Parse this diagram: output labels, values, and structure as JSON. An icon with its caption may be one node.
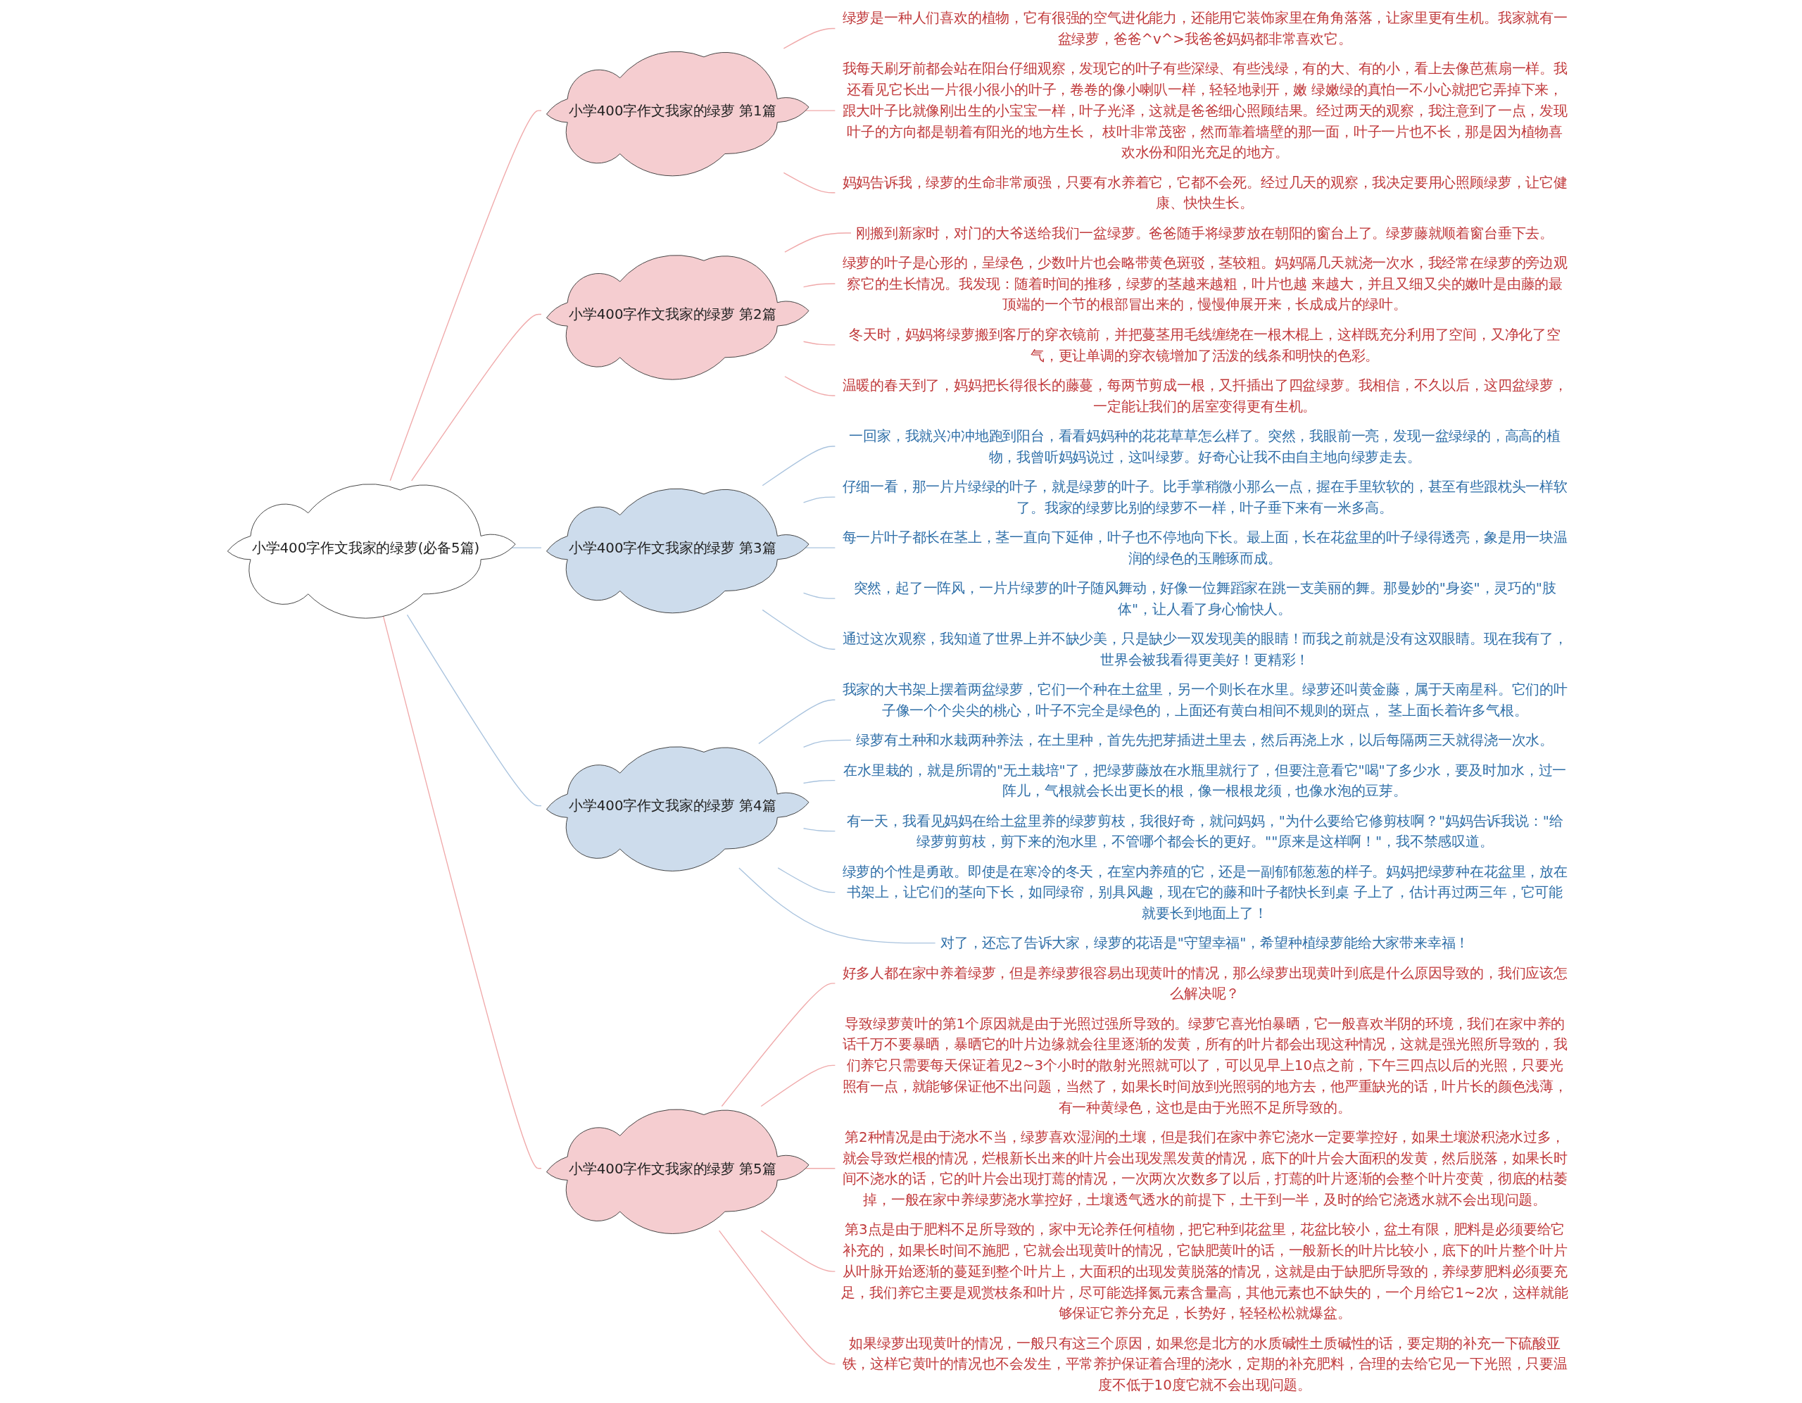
{
  "diagram": {
    "nodes": [
      {
        "text": [
          "小学400字作文我家的绿萝(必备5篇)"
        ]
      },
      {
        "text": [
          "小学400字作文我家的绿萝 第1篇"
        ]
      },
      {
        "text": [
          "绿萝是一种人们喜欢的植物，它有很强的空气进化能力，还能用它装饰家里在角角落落，让家里更有生机。我家就有一盆绿萝，爸爸^v^>我爸爸妈妈都非常喜欢它。"
        ]
      },
      {
        "text": [
          "我每天刷牙前都会站在阳台仔细观察，发现它的叶子有些深绿、有些浅绿，有的大、有的小，看上去像芭蕉扇一样。我还看见它长出一片很小很小的叶子，卷卷的像小喇叭一样，轻轻地剥开，嫩 绿嫩绿的真怕一不小心就把它弄掉下来，跟大叶子比就像刚出生的小宝宝一样，叶子光泽，这就是爸爸细心照顾结果。经过两天的观察，我注意到了一点，发现叶子的方向都是朝着有阳光的地方生长， 枝叶非常茂密，然而靠着墙壁的那一面，叶子一片也不长，那是因为植物喜欢水份和阳光充足的地方。"
        ]
      },
      {
        "text": [
          "妈妈告诉我，绿萝的生命非常顽强，只要有水养着它，它都不会死。经过几天的观察，我决定要用心照顾绿萝，让它健康、快快生长。"
        ]
      },
      {
        "text": [
          "小学400字作文我家的绿萝 第2篇"
        ]
      },
      {
        "text": [
          "刚搬到新家时，对门的大爷送给我们一盆绿萝。爸爸随手将绿萝放在朝阳的窗台上了。绿萝藤就顺着窗台垂下去。"
        ]
      },
      {
        "text": [
          "绿萝的叶子是心形的，呈绿色，少数叶片也会略带黄色斑驳，茎较粗。妈妈隔几天就浇一次水，我经常在绿萝的旁边观察它的生长情况。我发现：随着时间的推移，绿萝的茎越来越粗，叶片也越 来越大，并且又细又尖的嫩叶是由藤的最顶端的一个节的根部冒出来的，慢慢伸展开来，长成成片的绿叶。"
        ]
      },
      {
        "text": [
          "冬天时，妈妈将绿萝搬到客厅的穿衣镜前，并把蔓茎用毛线缠绕在一根木棍上，这样既充分利用了空间，又净化了空气，更让单调的穿衣镜增加了活泼的线条和明快的色彩。"
        ]
      },
      {
        "text": [
          "温暖的春天到了，妈妈把长得很长的藤蔓，每两节剪成一根，又扦插出了四盆绿萝。我相信，不久以后，这四盆绿萝，一定能让我们的居室变得更有生机。"
        ]
      },
      {
        "text": [
          "小学400字作文我家的绿萝 第3篇"
        ]
      },
      {
        "text": [
          "一回家，我就兴冲冲地跑到阳台，看看妈妈种的花花草草怎么样了。突然，我眼前一亮，发现一盆绿绿的，高高的植物，我曾听妈妈说过，这叫绿萝。好奇心让我不由自主地向绿萝走去。"
        ]
      },
      {
        "text": [
          "仔细一看，那一片片绿绿的叶子，就是绿萝的叶子。比手掌稍微小那么一点，握在手里软软的，甚至有些跟枕头一样软了。我家的绿萝比别的绿萝不一样，叶子垂下来有一米多高。"
        ]
      },
      {
        "text": [
          "每一片叶子都长在茎上，茎一直向下延伸，叶子也不停地向下长。最上面，长在花盆里的叶子绿得透亮，象是用一块温润的绿色的玉雕琢而成。"
        ]
      },
      {
        "text": [
          "突然，起了一阵风，一片片绿萝的叶子随风舞动，好像一位舞蹈家在跳一支美丽的舞。那曼妙的\"身姿\"，灵巧的\"肢体\"，让人看了身心愉快人。"
        ]
      },
      {
        "text": [
          "通过这次观察，我知道了世界上并不缺少美，只是缺少一双发现美的眼睛！而我之前就是没有这双眼睛。现在我有了，世界会被我看得更美好！更精彩！"
        ]
      },
      {
        "text": [
          "小学400字作文我家的绿萝 第4篇"
        ]
      },
      {
        "text": [
          "我家的大书架上摆着两盆绿萝，它们一个种在土盆里，另一个则长在水里。绿萝还叫黄金藤，属于天南星科。它们的叶子像一个个尖尖的桃心，叶子不完全是绿色的，上面还有黄白相间不规则的斑点， 茎上面长着许多气根。"
        ]
      },
      {
        "text": [
          "绿萝有土种和水栽两种养法，在土里种，首先先把芽插进土里去，然后再浇上水，以后每隔两三天就得浇一次水。"
        ]
      },
      {
        "text": [
          "在水里栽的，就是所谓的\"无土栽培\"了，把绿萝藤放在水瓶里就行了，但要注意看它\"喝\"了多少水，要及时加水，过一阵儿，气根就会长出更长的根，像一根根龙须，也像水泡的豆芽。"
        ]
      },
      {
        "text": [
          "有一天，我看见妈妈在给土盆里养的绿萝剪枝，我很好奇，就问妈妈，\"为什么要给它修剪枝啊？\"妈妈告诉我说：\"给绿萝剪剪枝，剪下来的泡水里，不管哪个都会长的更好。\"\"原来是这样啊！\"，我不禁感叹道。"
        ]
      },
      {
        "text": [
          "绿萝的个性是勇敢。即使是在寒冷的冬天，在室内养殖的它，还是一副郁郁葱葱的样子。妈妈把绿萝种在花盆里，放在书架上，让它们的茎向下长，如同绿帘，别具风趣，现在它的藤和叶子都快长到桌 子上了，估计再过两三年，它可能就要长到地面上了！"
        ]
      },
      {
        "text": [
          "对了，还忘了告诉大家，绿萝的花语是\"守望幸福\"，希望种植绿萝能给大家带来幸福！"
        ]
      },
      {
        "text": [
          "小学400字作文我家的绿萝 第5篇"
        ]
      },
      {
        "text": [
          "好多人都在家中养着绿萝，但是养绿萝很容易出现黄叶的情况，那么绿萝出现黄叶到底是什么原因导致的，我们应该怎么解决呢？"
        ]
      },
      {
        "text": [
          "导致绿萝黄叶的第1个原因就是由于光照过强所导致的。绿萝它喜光怕暴晒，它一般喜欢半阴的环境，我们在家中养的话千万不要暴晒，暴晒它的叶片边缘就会往里逐渐的发黄，所有的叶片都会出现这种情况，这就是强光照所导致的，我们养它只需要每天保证着见2~3个小时的散射光照就可以了，可以见早上10点之前，下午三四点以后的光照，只要光照有一点，就能够保证他不出问题，当然了，如果长时间放到光照弱的地方去，他严重缺光的话，叶片长的颜色浅薄，有一种黄绿色，这也是由于光照不足所导致的。"
        ]
      },
      {
        "text": [
          "第2种情况是由于浇水不当，绿萝喜欢湿润的土壤，但是我们在家中养它浇水一定要掌控好，如果土壤淤积浇水过多，就会导致烂根的情况，烂根新长出来的叶片会出现发黑发黄的情况，底下的叶片会大面积的发黄，然后脱落，如果长时间不浇水的话，它的叶片会出现打蔫的情况，一次两次次数多了以后，打蔫的叶片逐渐的会整个叶片变黄，彻底的枯萎掉，一般在家中养绿萝浇水掌控好，土壤透气透水的前提下，土干到一半，及时的给它浇透水就不会出现问题。"
        ]
      },
      {
        "text": [
          "第3点是由于肥料不足所导致的，家中无论养任何植物，把它种到花盆里，花盆比较小，盆土有限，肥料是必须要给它补充的，如果长时间不施肥，它就会出现黄叶的情况，它缺肥黄叶的话，一般新长的叶片比较小，底下的叶片整个叶片从叶脉开始逐渐的蔓延到整个叶片上，大面积的出现发黄脱落的情况，这就是由于缺肥所导致的，养绿萝肥料必须要充足，我们养它主要是观赏枝条和叶片，尽可能选择氮元素含量高，其他元素也不缺失的，一个月给它1~2次，这样就能够保证它养分充足，长势好，轻轻松松就爆盆。"
        ]
      },
      {
        "text": [
          "如果绿萝出现黄叶的情况，一般只有这三个原因，如果您是北方的水质碱性土质碱性的话，要定期的补充一下硫酸亚铁，这样它黄叶的情况也不会发生，平常养护保证着合理的浇水，定期的补充肥料，合理的去给它见一下光照，只要温度不低于10度它就不会出现问题。"
        ]
      }
    ],
    "edges": [
      {
        "from": 0,
        "to": 1,
        "arrow": "none"
      },
      {
        "from": 1,
        "to": 2,
        "arrow": "none"
      },
      {
        "from": 1,
        "to": 3,
        "arrow": "none"
      },
      {
        "from": 1,
        "to": 4,
        "arrow": "none"
      },
      {
        "from": 0,
        "to": 5,
        "arrow": "none"
      },
      {
        "from": 5,
        "to": 6,
        "arrow": "none"
      },
      {
        "from": 5,
        "to": 7,
        "arrow": "none"
      },
      {
        "from": 5,
        "to": 8,
        "arrow": "none"
      },
      {
        "from": 5,
        "to": 9,
        "arrow": "none"
      },
      {
        "from": 0,
        "to": 10,
        "arrow": "none",
        "color": "#a9c3de"
      },
      {
        "from": 10,
        "to": 11,
        "arrow": "none",
        "color": "#a9c3de"
      },
      {
        "from": 10,
        "to": 12,
        "arrow": "none",
        "color": "#a9c3de"
      },
      {
        "from": 10,
        "to": 13,
        "arrow": "none",
        "color": "#a9c3de"
      },
      {
        "from": 10,
        "to": 14,
        "arrow": "none",
        "color": "#a9c3de"
      },
      {
        "from": 10,
        "to": 15,
        "arrow": "none",
        "color": "#a9c3de"
      },
      {
        "from": 0,
        "to": 16,
        "arrow": "none",
        "color": "#a9c3de"
      },
      {
        "from": 16,
        "to": 17,
        "arrow": "none",
        "color": "#a9c3de"
      },
      {
        "from": 16,
        "to": 18,
        "arrow": "none",
        "color": "#a9c3de"
      },
      {
        "from": 16,
        "to": 19,
        "arrow": "none",
        "color": "#a9c3de"
      },
      {
        "from": 16,
        "to": 20,
        "arrow": "none",
        "color": "#a9c3de"
      },
      {
        "from": 16,
        "to": 21,
        "arrow": "none",
        "color": "#a9c3de"
      },
      {
        "from": 16,
        "to": 22,
        "arrow": "none",
        "color": "#a9c3de"
      },
      {
        "from": 0,
        "to": 23,
        "arrow": "none"
      },
      {
        "from": 23,
        "to": 24,
        "arrow": "none"
      },
      {
        "from": 23,
        "to": 25,
        "arrow": "none"
      },
      {
        "from": 23,
        "to": 26,
        "arrow": "none"
      },
      {
        "from": 23,
        "to": 27,
        "arrow": "none"
      },
      {
        "from": 23,
        "to": 28,
        "arrow": "none"
      }
    ]
  }
}
